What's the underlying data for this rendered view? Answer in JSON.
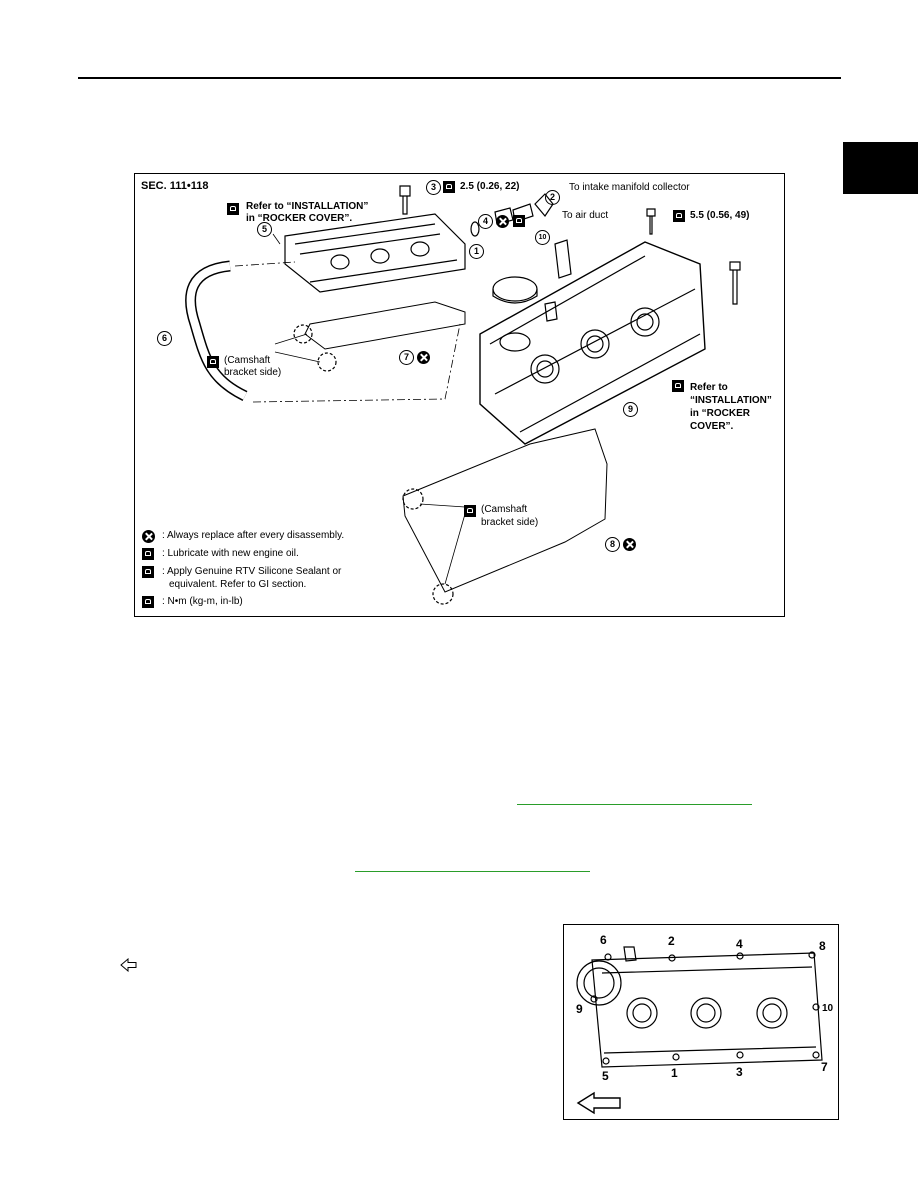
{
  "figure1": {
    "section": "SEC. 111•118",
    "refer_top_line1": "Refer to “INSTALLATION”",
    "refer_top_line2": "in “ROCKER COVER”.",
    "torque3": "2.5 (0.26, 22)",
    "to_intake": "To intake manifold collector",
    "torque5": "5.5 (0.56, 49)",
    "to_air_duct": "To air duct",
    "camshaft_left_1": "(Camshaft",
    "camshaft_left_2": "bracket side)",
    "refer_right_1": "Refer to",
    "refer_right_2": "“INSTALLATION”",
    "refer_right_3": "in “ROCKER",
    "refer_right_4": "COVER”.",
    "camshaft_mid_1": "(Camshaft",
    "camshaft_mid_2": "bracket side)",
    "callouts": [
      "1",
      "2",
      "3",
      "4",
      "5",
      "6",
      "7",
      "8",
      "9",
      "10"
    ],
    "legend": [
      {
        "icon": "replace-x-icon",
        "text": ": Always replace after every disassembly."
      },
      {
        "icon": "oil-can-icon",
        "text": ": Lubricate with new engine oil."
      },
      {
        "icon": "sealant-icon",
        "text": ": Apply Genuine RTV Silicone Sealant or"
      },
      {
        "icon": "",
        "text": "equivalent. Refer to GI section."
      },
      {
        "icon": "torque-wrench-icon",
        "text": ": N•m (kg-m, in-lb)"
      }
    ]
  },
  "figure2": {
    "bolt_numbers": [
      "1",
      "2",
      "3",
      "4",
      "5",
      "6",
      "7",
      "8",
      "9",
      "10"
    ]
  }
}
